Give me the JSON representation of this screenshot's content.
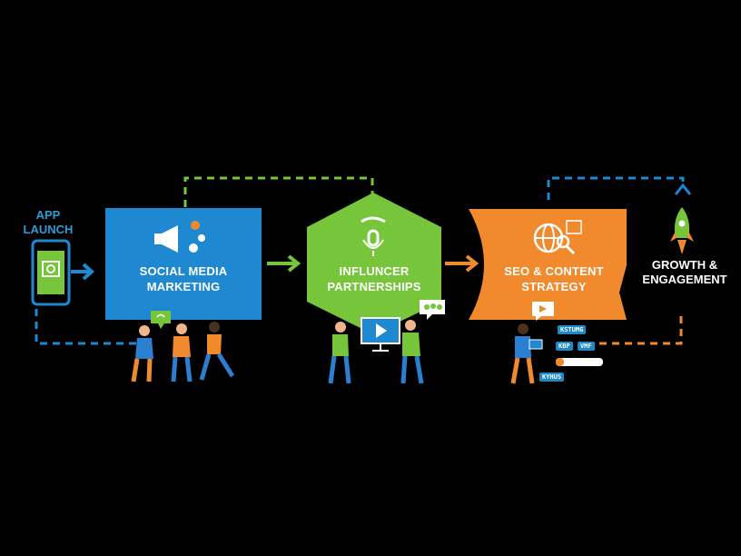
{
  "colors": {
    "background": "#000000",
    "blue": "#1e88d0",
    "green": "#77c53a",
    "orange": "#f08a2c",
    "white": "#ffffff"
  },
  "start": {
    "label": "APP\nLAUNCH",
    "icon": "smartphone-icon"
  },
  "stages": [
    {
      "label": "SOCIAL MEDIA\nMARKETING",
      "icon": "megaphone-icon"
    },
    {
      "label": "INFLUNCER\nPARTNERSHIPS",
      "icon": "handshake-microphone-icon"
    },
    {
      "label": "SEO & CONTENT\nSTRATEGY",
      "icon": "globe-analytics-icon"
    }
  ],
  "end": {
    "label": "GROWTH &\nENGAGEMENT",
    "icon": "rocket-icon"
  },
  "keyword_tags": [
    "KSTUMG",
    "KBP",
    "VMF",
    "KYHUS"
  ]
}
